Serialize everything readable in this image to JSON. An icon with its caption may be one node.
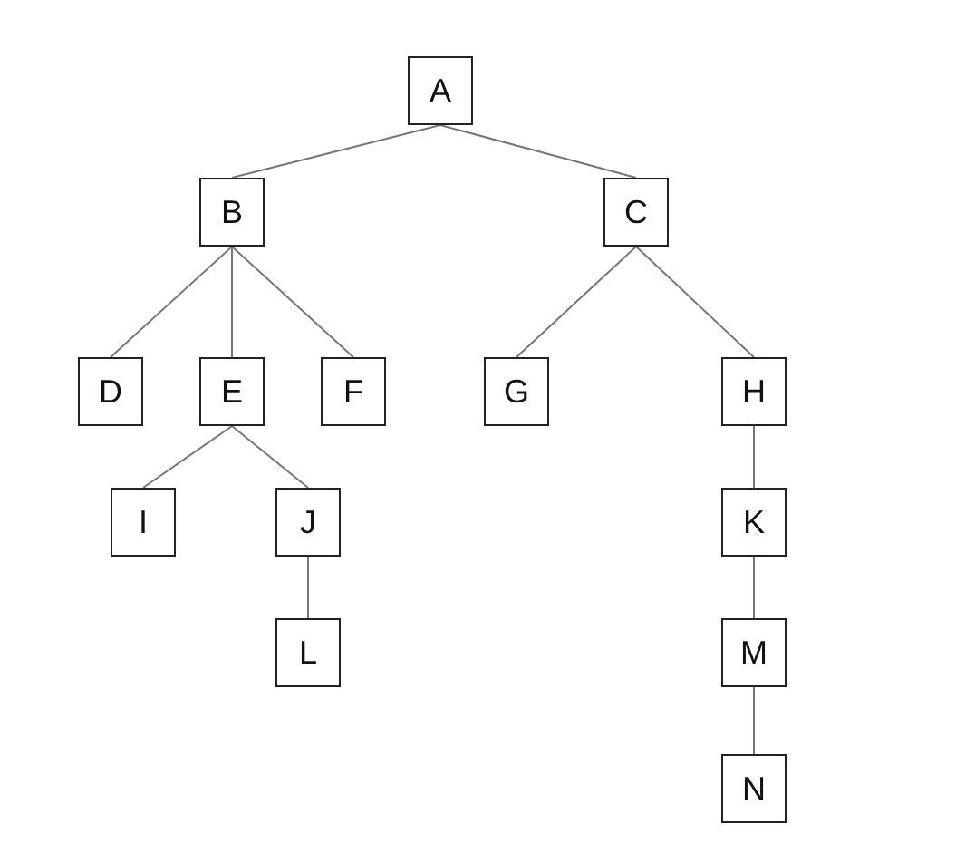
{
  "diagram": {
    "nodes": [
      {
        "text": [
          "A"
        ]
      },
      {
        "text": [
          "B"
        ]
      },
      {
        "text": [
          "C"
        ]
      },
      {
        "text": [
          "D"
        ]
      },
      {
        "text": [
          "E"
        ]
      },
      {
        "text": [
          "F"
        ]
      },
      {
        "text": [
          "G"
        ]
      },
      {
        "text": [
          "H"
        ]
      },
      {
        "text": [
          "I"
        ]
      },
      {
        "text": [
          "J"
        ]
      },
      {
        "text": [
          "K"
        ]
      },
      {
        "text": [
          "L"
        ]
      },
      {
        "text": [
          "M"
        ]
      },
      {
        "text": [
          "N"
        ]
      }
    ],
    "edges": [
      {
        "from": 0,
        "to": 1,
        "arrow": "none"
      },
      {
        "from": 0,
        "to": 2,
        "arrow": "none"
      },
      {
        "from": 1,
        "to": 3,
        "arrow": "none"
      },
      {
        "from": 1,
        "to": 4,
        "arrow": "none"
      },
      {
        "from": 1,
        "to": 5,
        "arrow": "none"
      },
      {
        "from": 2,
        "to": 6,
        "arrow": "none"
      },
      {
        "from": 2,
        "to": 7,
        "arrow": "none"
      },
      {
        "from": 4,
        "to": 8,
        "arrow": "none"
      },
      {
        "from": 4,
        "to": 9,
        "arrow": "none"
      },
      {
        "from": 7,
        "to": 10,
        "arrow": "none"
      },
      {
        "from": 9,
        "to": 11,
        "arrow": "none"
      },
      {
        "from": 10,
        "to": 12,
        "arrow": "none"
      },
      {
        "from": 12,
        "to": 13,
        "arrow": "none"
      }
    ]
  }
}
